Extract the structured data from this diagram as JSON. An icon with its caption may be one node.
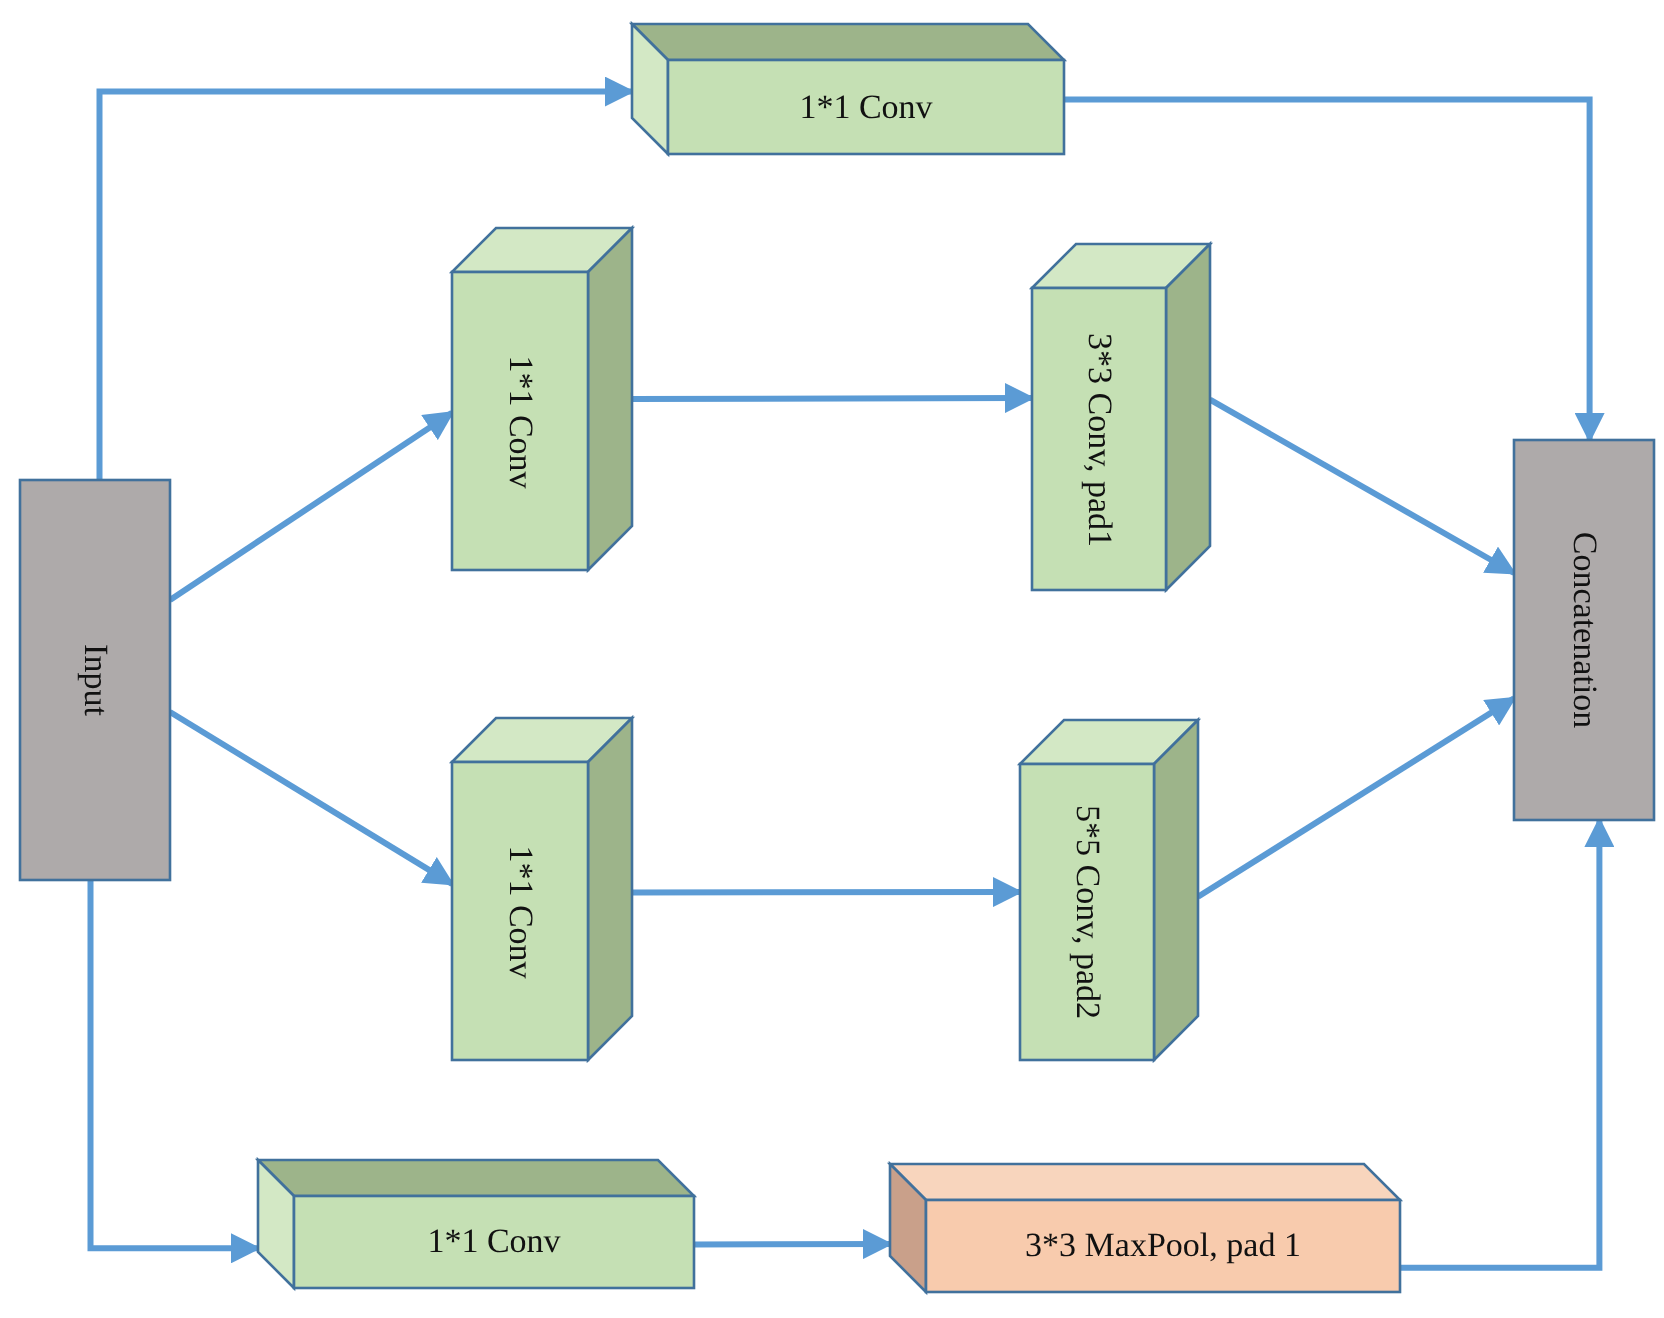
{
  "diagram": {
    "nodes": [
      {
        "text": [
          "Input"
        ]
      },
      {
        "text": [
          "1*1 Conv"
        ]
      },
      {
        "text": [
          "1*1 Conv"
        ]
      },
      {
        "text": [
          "3*3 Conv, pad1"
        ]
      },
      {
        "text": [
          "1*1 Conv"
        ]
      },
      {
        "text": [
          "5*5 Conv, pad2"
        ]
      },
      {
        "text": [
          "Concatenation"
        ]
      },
      {
        "text": [
          "1*1 Conv"
        ]
      },
      {
        "text": [
          "3*3 MaxPool, pad 1"
        ]
      }
    ],
    "edges": [
      {
        "from": 0,
        "to": 1,
        "arrow": "to"
      },
      {
        "from": 0,
        "to": 2,
        "arrow": "to"
      },
      {
        "from": 0,
        "to": 4,
        "arrow": "to"
      },
      {
        "from": 0,
        "to": 7,
        "arrow": "to"
      },
      {
        "from": 2,
        "to": 3,
        "arrow": "to"
      },
      {
        "from": 4,
        "to": 5,
        "arrow": "to"
      },
      {
        "from": 3,
        "to": 6,
        "arrow": "to"
      },
      {
        "from": 5,
        "to": 6,
        "arrow": "to"
      },
      {
        "from": 1,
        "to": 6,
        "arrow": "to"
      },
      {
        "from": 7,
        "to": 8,
        "arrow": "to"
      },
      {
        "from": 8,
        "to": 6,
        "arrow": "to"
      }
    ]
  }
}
